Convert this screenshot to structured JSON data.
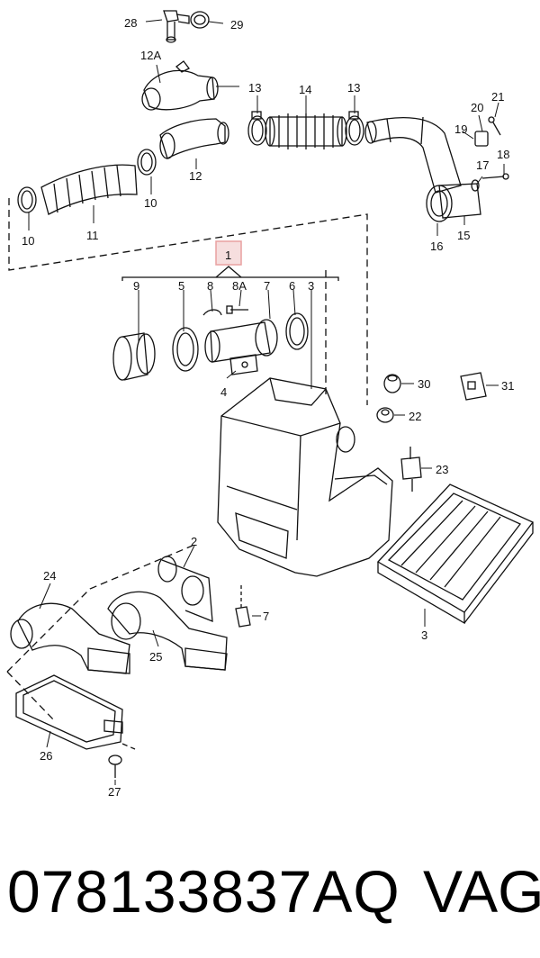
{
  "callouts": [
    "28",
    "29",
    "12A",
    "13",
    "14",
    "13",
    "21",
    "20",
    "19",
    "18",
    "17",
    "15",
    "16",
    "12",
    "11",
    "10",
    "10",
    "1",
    "9",
    "5",
    "8",
    "8A",
    "7",
    "6",
    "3",
    "4",
    "30",
    "31",
    "22",
    "23",
    "3",
    "2",
    "24",
    "25",
    "7",
    "26",
    "27"
  ],
  "highlight_color": "#e8a0a0",
  "footer": {
    "part_number": "078133837AQ",
    "brand": "VAG"
  }
}
